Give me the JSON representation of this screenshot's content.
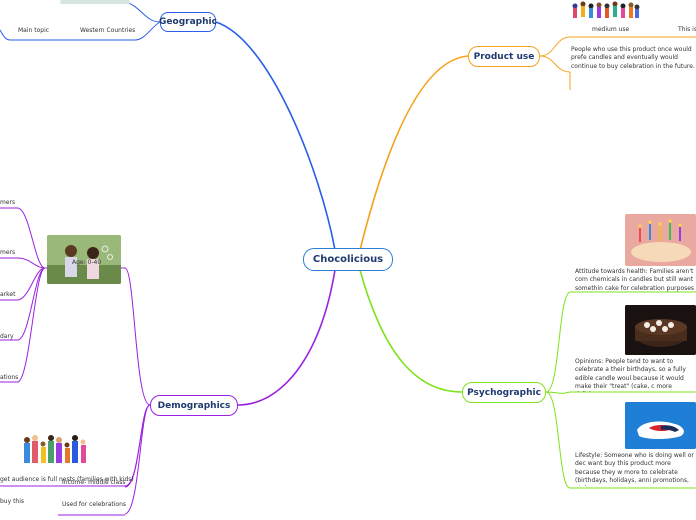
{
  "central": {
    "label": "Chocolicious"
  },
  "colors": {
    "blue": "#2a5ee8",
    "orange": "#f5a21b",
    "green": "#7ee21c",
    "purple": "#9a22e0"
  },
  "geographic": {
    "label": "Geographic",
    "main_topic": "Main topic",
    "western": "Western Countries"
  },
  "product_use": {
    "label": "Product use",
    "medium_use": "medium use",
    "this_is": "This is",
    "description": "People who use this product once would prefe candles and eventually would continue to buy celebration in the future."
  },
  "demographics": {
    "label": "Demographics",
    "age": "Age: 0-40",
    "target": "get audience is full nests (families with kids)",
    "income": "Income- middle class",
    "celebrations": "Used for celebrations",
    "buy_this": "buy this",
    "left_stubs": [
      "mers",
      "mers",
      "arket",
      "dary",
      "ations"
    ]
  },
  "psychographic": {
    "label": "Psychographic",
    "attitude": "Attitude towards health: Families aren't com chemicals in candles but still want somethin cake for celebration purposes (our product",
    "opinions": "Opinions: People tend to want to celebrate a their birthdays, so a fully edible candle woul because it would make their \"treat\" (cake, c more delicious.",
    "lifestyle": "Lifestyle: Someone who is doing well or dec want buy this product more because they w more to celebrate (birthdays, holidays, anni promotions, etc)."
  }
}
